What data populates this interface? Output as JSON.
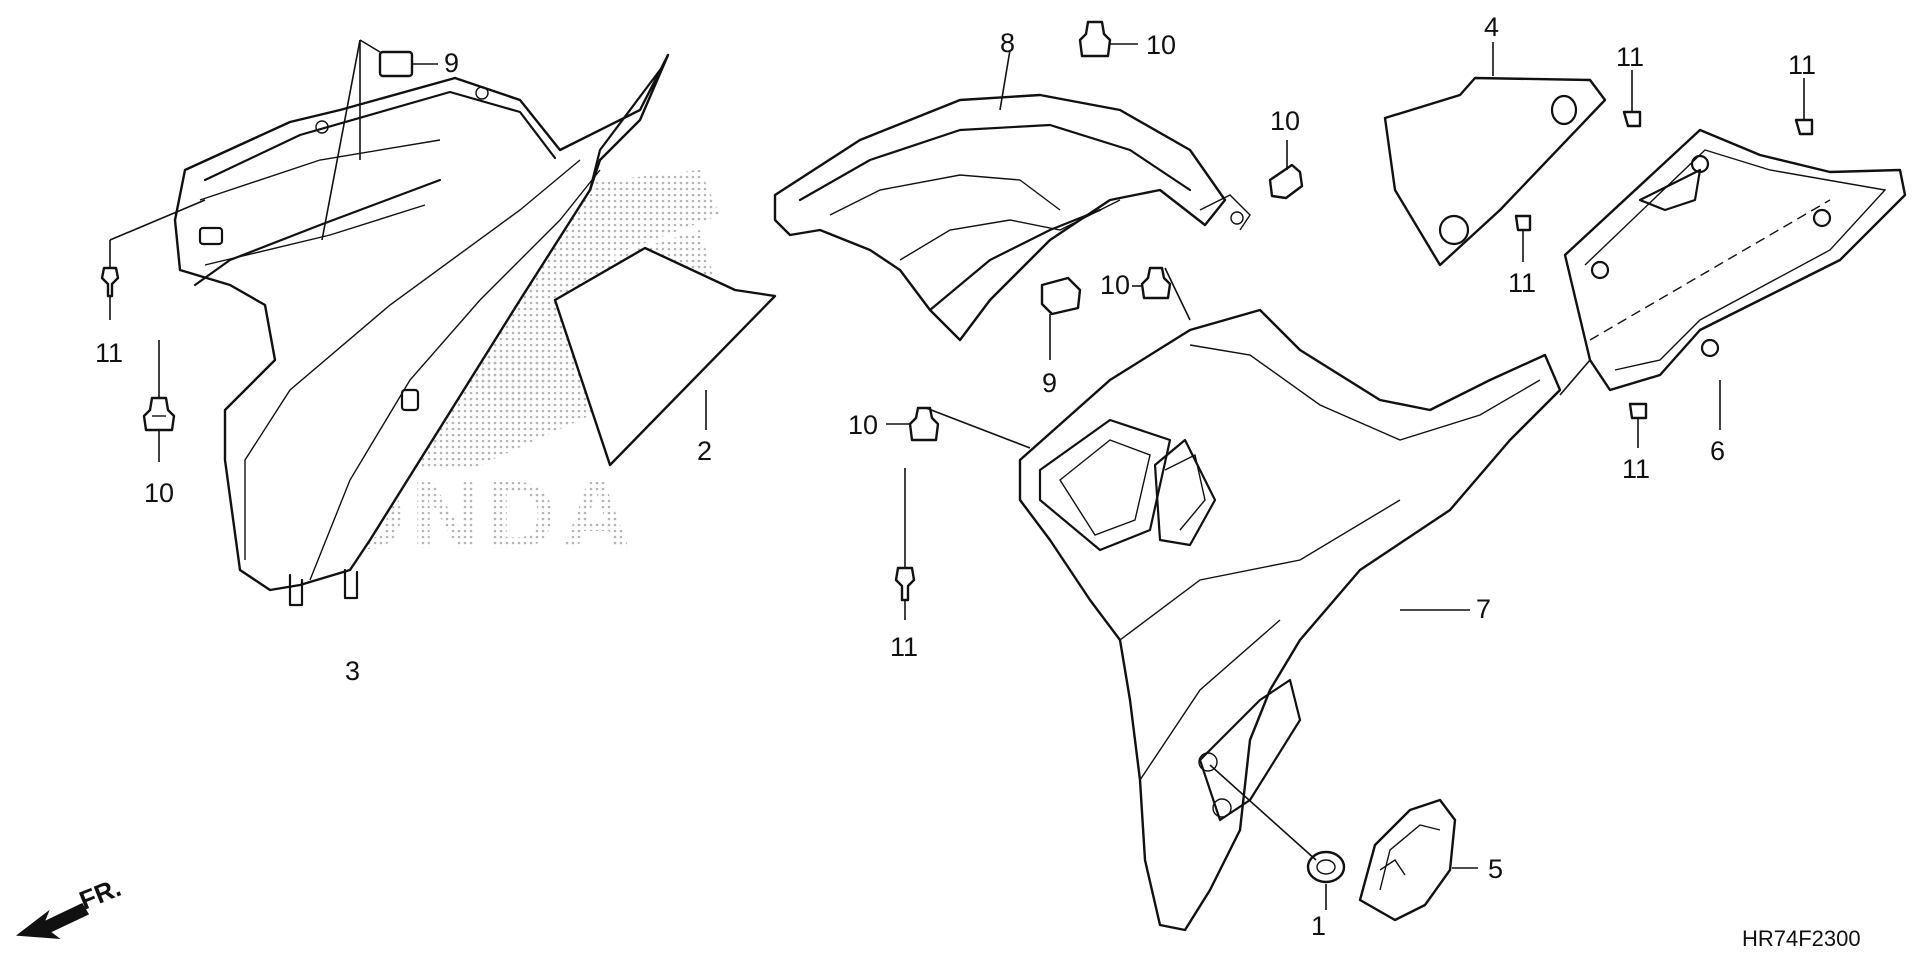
{
  "diagram": {
    "drawing_code": "HR74F2300",
    "direction_label": "FR.",
    "watermark_text": "HONDA",
    "callouts": {
      "c1": "1",
      "c2": "2",
      "c3": "3",
      "c4": "4",
      "c5": "5",
      "c6": "6",
      "c7": "7",
      "c8": "8",
      "c9a": "9",
      "c9b": "9",
      "c10a": "10",
      "c10b": "10",
      "c10c": "10",
      "c10d": "10",
      "c10e": "10",
      "c11a": "11",
      "c11b": "11",
      "c11c": "11",
      "c11d": "11",
      "c11e": "11",
      "c11f": "11"
    }
  },
  "colors": {
    "line": "#111111",
    "background": "#ffffff",
    "watermark_dots": "#b5b5b5"
  }
}
